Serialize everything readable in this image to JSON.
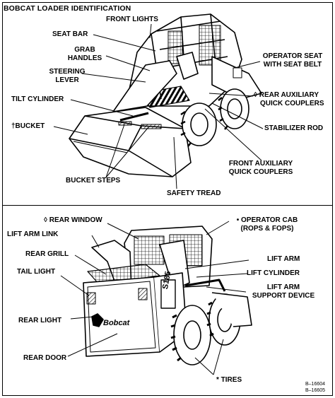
{
  "title": "BOBCAT LOADER IDENTIFICATION",
  "top_view": {
    "labels": {
      "front_lights": "FRONT LIGHTS",
      "seat_bar": "SEAT BAR",
      "grab_handles_1": "GRAB",
      "grab_handles_2": "HANDLES",
      "steering_lever_1": "STEERING",
      "steering_lever_2": "LEVER",
      "tilt_cylinder": "TILT CYLINDER",
      "bucket": "†BUCKET",
      "bucket_steps": "BUCKET STEPS",
      "safety_tread": "SAFETY TREAD",
      "front_aux_1": "FRONT AUXILIARY",
      "front_aux_2": "QUICK COUPLERS",
      "stabilizer_rod": "STABILIZER ROD",
      "rear_aux_1": "◊ REAR AUXILIARY",
      "rear_aux_2": "QUICK COUPLERS",
      "operator_seat_1": "OPERATOR SEAT",
      "operator_seat_2": "WITH SEAT BELT"
    }
  },
  "bottom_view": {
    "labels": {
      "rear_window": "◊ REAR WINDOW",
      "lift_arm_link": "LIFT ARM LINK",
      "rear_grill": "REAR GRILL",
      "tail_light": "TAIL LIGHT",
      "rear_light": "REAR LIGHT",
      "rear_door": "REAR DOOR",
      "operator_cab_1": "• OPERATOR CAB",
      "operator_cab_2": "(ROPS & FOPS)",
      "lift_arm": "LIFT ARM",
      "lift_cylinder": "LIFT CYLINDER",
      "support_device_1": "LIFT ARM",
      "support_device_2": "SUPPORT DEVICE",
      "tires": "* TIRES"
    },
    "decals": {
      "brand": "Bobcat",
      "model": "S185"
    }
  },
  "refs": [
    "B–16604",
    "B–16605"
  ]
}
